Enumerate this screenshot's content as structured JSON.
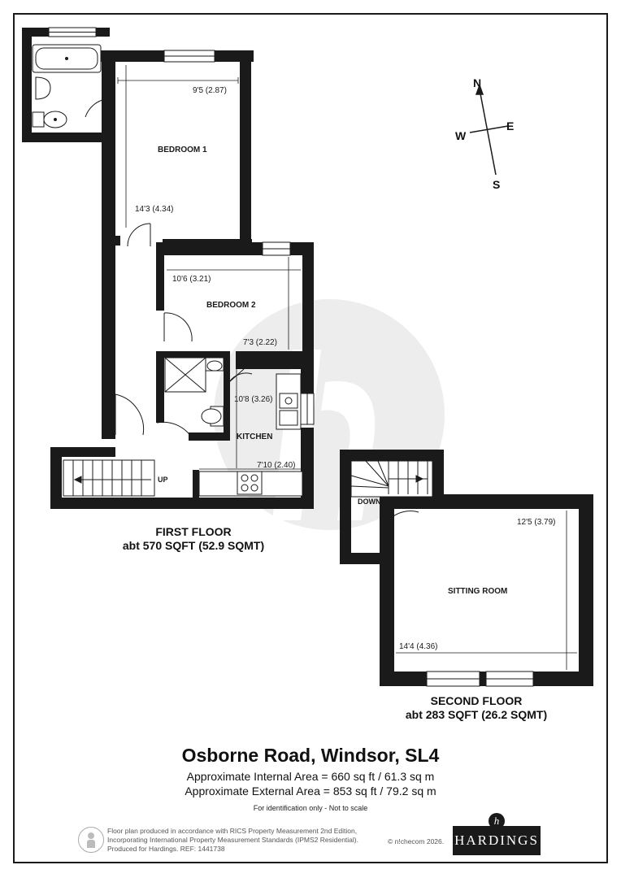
{
  "compass": {
    "n": "N",
    "e": "E",
    "s": "S",
    "w": "W"
  },
  "first_floor": {
    "title": "FIRST FLOOR",
    "area": "abt 570 SQFT (52.9 SQMT)",
    "rooms": {
      "bedroom1": {
        "label": "BEDROOM 1",
        "width": "9'5 (2.87)",
        "length": "14'3 (4.34)"
      },
      "bedroom2": {
        "label": "BEDROOM 2",
        "width": "10'6 (3.21)",
        "length": "7'3 (2.22)"
      },
      "kitchen": {
        "label": "KITCHEN",
        "length": "10'8 (3.26)",
        "width": "7'10 (2.40)"
      }
    },
    "stairs_label": "UP"
  },
  "second_floor": {
    "title": "SECOND FLOOR",
    "area": "abt 283 SQFT (26.2 SQMT)",
    "rooms": {
      "sitting": {
        "label": "SITTING ROOM",
        "length": "12'5 (3.79)",
        "width": "14'4 (4.36)"
      }
    },
    "stairs_label": "DOWN"
  },
  "address": "Osborne Road, Windsor, SL4",
  "internal_area": "Approximate Internal Area = 660 sq ft / 61.3 sq m",
  "external_area": "Approximate External Area = 853 sq ft / 79.2 sq m",
  "identification": "For identification only - Not to scale",
  "footer": {
    "line1": "Floor plan produced in accordance with RICS Property Measurement 2nd Edition,",
    "line2": "Incorporating International Property Measurement Standards (IPMS2 Residential).",
    "line3": "Produced for Hardings.   REF:  1441738",
    "copyright": "© n!checom 2026."
  },
  "brand": {
    "name": "HARDINGS",
    "mark": "h"
  },
  "colors": {
    "wall": "#1a1a1a",
    "watermark": "#ececec",
    "text": "#111111"
  }
}
